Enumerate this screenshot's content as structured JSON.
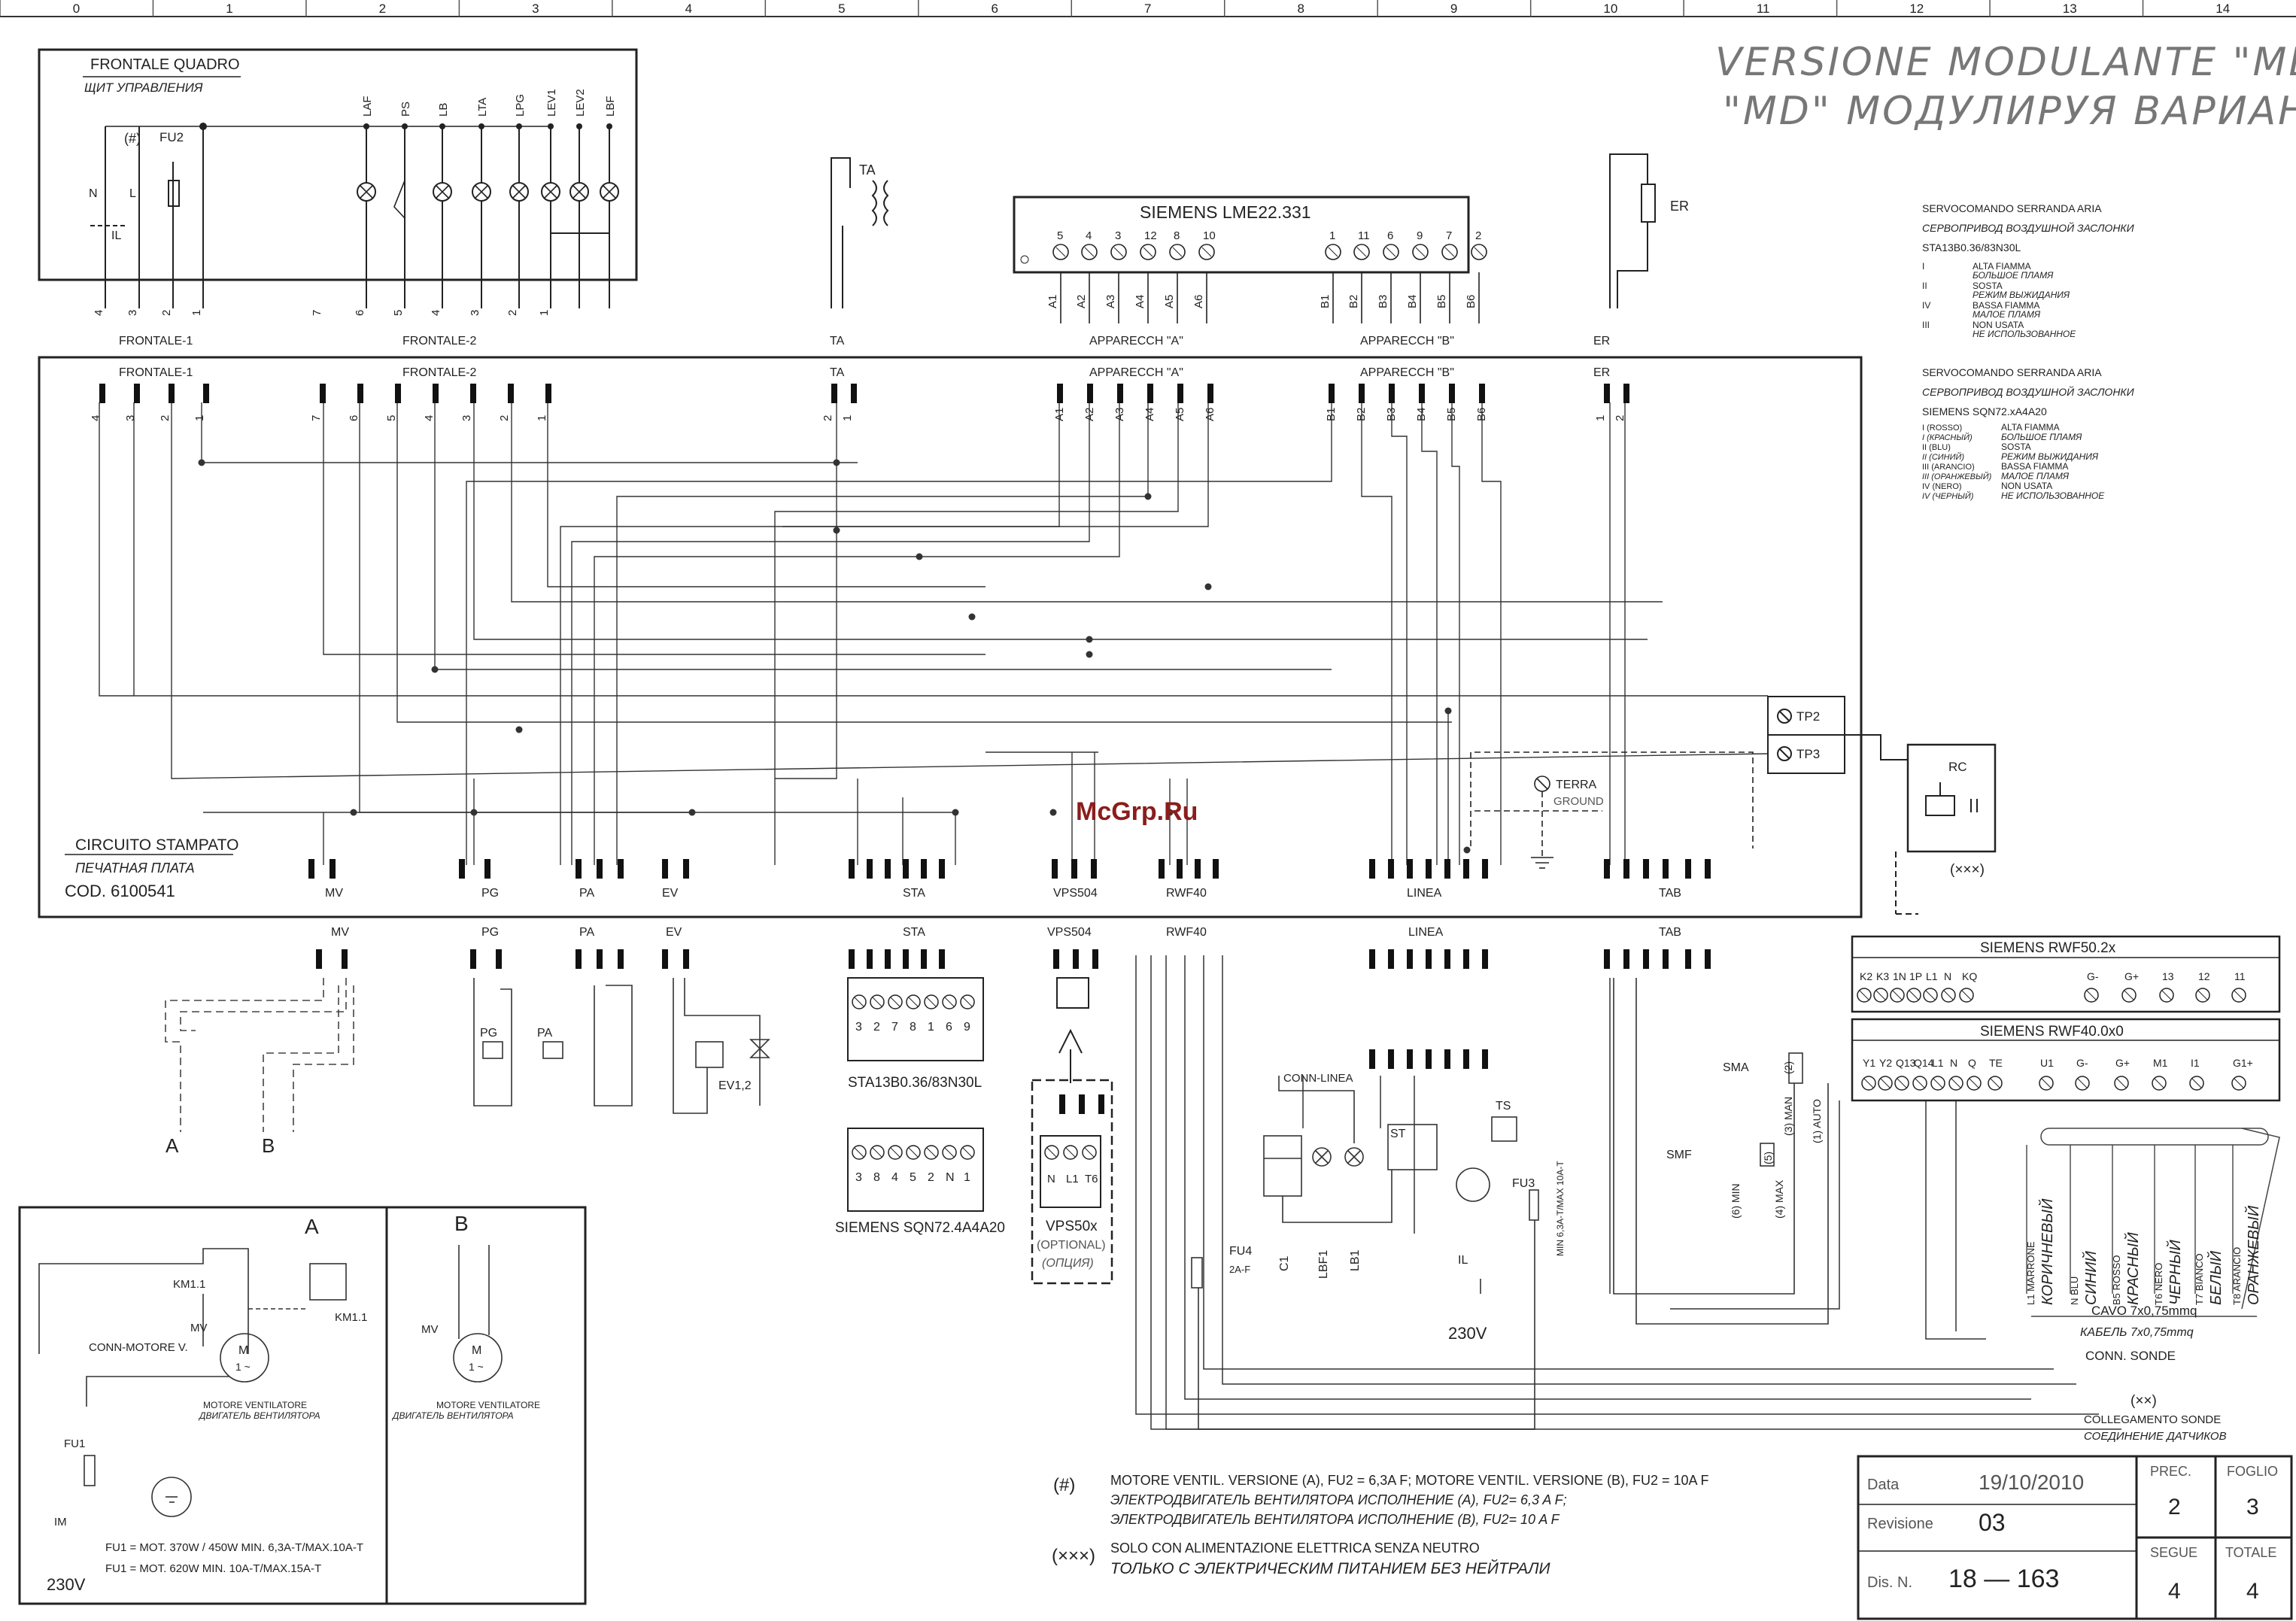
{
  "grid_columns": [
    "0",
    "1",
    "2",
    "3",
    "4",
    "5",
    "6",
    "7",
    "8",
    "9",
    "10",
    "11",
    "12",
    "13",
    "14"
  ],
  "title_it": "VERSIONE MODULANTE \"MD\"",
  "title_ru": "\"MD\" МОДУЛИРУЯ ВАРИАНТ",
  "frontale": {
    "title_it": "FRONTALE QUADRO",
    "title_ru": "ЩИТ УПРАВЛЕНИЯ",
    "hash": "(#)",
    "fu2": "FU2",
    "n": "N",
    "l": "L",
    "il": "IL",
    "lamps": [
      "LAF",
      "PS",
      "LB",
      "LTA",
      "LPG",
      "LEV1",
      "LEV2",
      "LBF"
    ]
  },
  "connectors_top": [
    "FRONTALE-1",
    "FRONTALE-2",
    "TA",
    "APPARECCH \"A\"",
    "APPARECCH \"B\"",
    "ER"
  ],
  "ta": "TA",
  "er": "ER",
  "siemens_box": {
    "title": "SIEMENS LME22.331",
    "a_terms": [
      "5",
      "4",
      "3",
      "12",
      "8",
      "10"
    ],
    "b_terms": [
      "1",
      "11",
      "6",
      "9",
      "7",
      "2"
    ],
    "a_pins": [
      "A1",
      "A2",
      "A3",
      "A4",
      "A5",
      "A6"
    ],
    "b_pins": [
      "B1",
      "B2",
      "B3",
      "B4",
      "B5",
      "B6"
    ]
  },
  "servo1": {
    "l1": "SERVOCOMANDO SERRANDA ARIA",
    "l2": "СЕРВОПРИВОД ВОЗДУШНОЙ ЗАСЛОНКИ",
    "model": "STA13B0.36/83N30L",
    "rows": [
      [
        "I",
        "ALTA FIAMMA",
        "БОЛЬШОЕ ПЛАМЯ"
      ],
      [
        "II",
        "SOSTA",
        "РЕЖИМ ВЫЖИДАНИЯ"
      ],
      [
        "IV",
        "BASSA FIAMMA",
        "МАЛОЕ ПЛАМЯ"
      ],
      [
        "III",
        "NON USATA",
        "НЕ ИСПОЛЬЗОВАННОЕ"
      ]
    ]
  },
  "servo2": {
    "l1": "SERVOCOMANDO SERRANDA ARIA",
    "l2": "СЕРВОПРИВОД ВОЗДУШНОЙ ЗАСЛОНКИ",
    "model": "SIEMENS SQN72.xA4A20",
    "rows": [
      [
        "I (ROSSO)",
        "ALTA FIAMMA"
      ],
      [
        "I (КРАСНЫЙ)",
        "БОЛЬШОЕ ПЛАМЯ"
      ],
      [
        "II (BLU)",
        "SOSTA"
      ],
      [
        "II (СИНИЙ)",
        "РЕЖИМ ВЫЖИДАНИЯ"
      ],
      [
        "III (ARANCIO)",
        "BASSA FIAMMA"
      ],
      [
        "III (ОРАНЖЕВЫЙ)",
        "МАЛОЕ ПЛАМЯ"
      ],
      [
        "IV (NERO)",
        "NON USATA"
      ],
      [
        "IV (ЧЕРНЫЙ)",
        "НЕ ИСПОЛЬЗОВАННОЕ"
      ]
    ]
  },
  "pcb": {
    "l1": "CIRCUITO STAMPATO",
    "l2": "ПЕЧАТНАЯ ПЛАТА",
    "code": "COD. 6100541",
    "bottom_connectors": [
      "MV",
      "PG",
      "PA",
      "EV",
      "STA",
      "VPS504",
      "RWF40",
      "LINEA",
      "TAB"
    ],
    "tp2": "TP2",
    "tp3": "TP3",
    "terra": "TERRA",
    "ground": "GROUND"
  },
  "rc": "RC",
  "xxx": "(×××)",
  "watermark": "McGrp.Ru",
  "lower": {
    "conn_linea": "CONN-LINEA",
    "sta_model": "STA13B0.36/83N30L",
    "sta_terms": [
      "3",
      "2",
      "7",
      "8",
      "1",
      "6",
      "9"
    ],
    "sqn_model": "SIEMENS SQN72.4A4A20",
    "sqn_terms": [
      "3",
      "8",
      "4",
      "5",
      "2",
      "N",
      "1"
    ],
    "vps_terms": [
      "N",
      "L1",
      "T6"
    ],
    "vps_name": "VPS50x",
    "vps_opt": "(OPTIONAL)",
    "vps_opt_ru": "(ОПЦИЯ)",
    "ev12": "EV1,2",
    "pg": "PG",
    "pa": "PA",
    "a": "A",
    "b": "B",
    "fu4": "FU4",
    "fu4v": "2A-F",
    "c1": "C1",
    "lbf1": "LBF1",
    "lb1": "LB1",
    "st": "ST",
    "ts": "TS",
    "fu3": "FU3",
    "fu3v": "MIN 6,3A-T/MAX 10A-T",
    "il": "IL",
    "v230": "230V",
    "sma": "SMA",
    "smf": "SMF",
    "auto": "(1) AUTO",
    "man": "(3) MAN",
    "n2": "(2)",
    "n5": "(5)",
    "min6": "(6) MIN",
    "max4": "(4) MAX"
  },
  "rwf50": {
    "title": "SIEMENS RWF50.2x",
    "terms": [
      "K2",
      "K3",
      "1N",
      "1P",
      "L1",
      "N",
      "KQ",
      "G-",
      "G+",
      "13",
      "12",
      "11"
    ]
  },
  "rwf40": {
    "title": "SIEMENS RWF40.0x0",
    "terms": [
      "Y1",
      "Y2",
      "Q13",
      "Q14",
      "L1",
      "N",
      "Q",
      "TE",
      "U1",
      "G-",
      "G+",
      "M1",
      "I1",
      "G1+"
    ]
  },
  "cable": {
    "colors": [
      [
        "L1 MARRONE",
        "КОРИЧНЕВЫЙ"
      ],
      [
        "N BLU",
        "СИНИЙ"
      ],
      [
        "B5 ROSSO",
        "КРАСНЫЙ"
      ],
      [
        "T6 NERO",
        "ЧЕРНЫЙ"
      ],
      [
        "T7 BIANCO",
        "БЕЛЫЙ"
      ],
      [
        "T8 ARANCIO",
        "ОРАНЖЕВЫЙ"
      ]
    ],
    "cavo": "CAVO 7x0,75mmq",
    "cavo_ru": "КАБЕЛЬ 7x0,75mmq",
    "conn": "CONN. SONDE",
    "xx": "(××)",
    "coll": "COLLEGAMENTO SONDE",
    "coll_ru": "СОЕДИНЕНИЕ ДАТЧИКОВ"
  },
  "motor_a": {
    "letter": "A",
    "km11": "KM1.1",
    "mv": "MV",
    "conn": "CONN-MOTORE V.",
    "m": "M",
    "mo": "1 ~",
    "caption": "MOTORE VENTILATORE",
    "caption_ru": "ДВИГАТЕЛЬ ВЕНТИЛЯТОРА",
    "fu1": "FU1",
    "im": "IM",
    "v230": "230V",
    "note1": "FU1 = MOT. 370W / 450W MIN. 6,3A-T/MAX.10A-T",
    "note2": "FU1 = MOT. 620W MIN. 10A-T/MAX.15A-T"
  },
  "motor_b": {
    "letter": "B",
    "mv": "MV",
    "m": "M",
    "mo": "1 ~",
    "caption": "MOTORE VENTILATORE",
    "caption_ru": "ДВИГАТЕЛЬ ВЕНТИЛЯТОРА"
  },
  "notes": {
    "hash": "(#)",
    "l1": "MOTORE VENTIL. VERSIONE (A), FU2 = 6,3A F; MOTORE VENTIL. VERSIONE (B), FU2 = 10A F",
    "l1_ru": "ЭЛЕКТРОДВИГАТЕЛЬ ВЕНТИЛЯТОРА ИСПОЛНЕНИЕ (A), FU2= 6,3 A F;",
    "l2_ru": "ЭЛЕКТРОДВИГАТЕЛЬ ВЕНТИЛЯТОРА ИСПОЛНЕНИЕ (B), FU2= 10 A F",
    "xxx": "(×××)",
    "l3": "SOLO CON ALIMENTAZIONE ELETTRICA SENZA NEUTRO",
    "l3_ru": "ТОЛЬКО С ЭЛЕКТРИЧЕСКИМ ПИТАНИЕМ БЕЗ НЕЙТРАЛИ"
  },
  "titleblock": {
    "data_label": "Data",
    "data": "19/10/2010",
    "rev_label": "Revisione",
    "rev": "03",
    "dis_label": "Dis. N.",
    "dis": "18 — 163",
    "prec_label": "PREC.",
    "prec": "2",
    "foglio_label": "FOGLIO",
    "foglio": "3",
    "segue_label": "SEGUE",
    "segue": "4",
    "totale_label": "TOTALE",
    "totale": "4"
  }
}
